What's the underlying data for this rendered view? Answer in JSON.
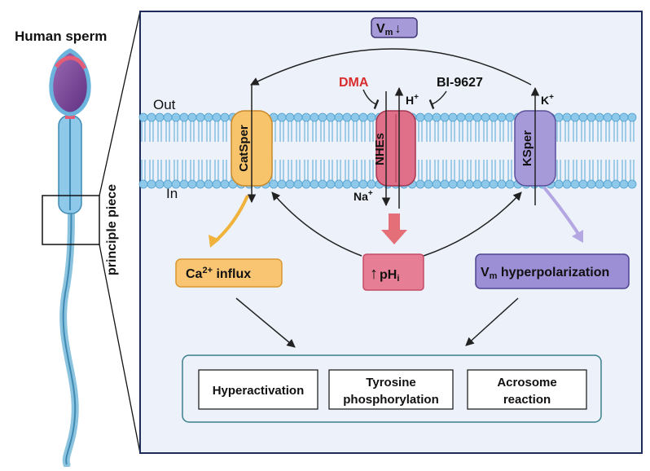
{
  "sperm": {
    "title": "Human sperm",
    "region_label": "principle piece"
  },
  "membrane": {
    "out_label": "Out",
    "in_label": "In"
  },
  "vm_box": {
    "label": "V",
    "sub": "m",
    "arrow": "↓"
  },
  "channels": {
    "catsper": "CatSper",
    "nhes": "NHEs",
    "ksper": "KSper"
  },
  "ions": {
    "h_plus": "H",
    "h_sup": "+",
    "k_plus": "K",
    "k_sup": "+",
    "na_plus": "Na",
    "na_sup": "+"
  },
  "inhibitors": {
    "dma": "DMA",
    "bi": "BI-9627"
  },
  "effects": {
    "ca_influx_pre": "Ca",
    "ca_sup": "2+",
    "ca_influx_post": " influx",
    "phi_arrow": "↑",
    "phi_label": "pH",
    "phi_sub": "i",
    "vm_hyper_label": "V",
    "vm_hyper_sub": "m",
    "vm_hyper_post": " hyperpolarization"
  },
  "outcomes": [
    {
      "line1": "Hyperactivation",
      "line2": ""
    },
    {
      "line1": "Tyrosine",
      "line2": "phosphorylation"
    },
    {
      "line1": "Acrosome",
      "line2": "reaction"
    }
  ],
  "colors": {
    "panel_bg": "#edf2fa",
    "panel_border": "#1f2d5a",
    "lipid_head": "#8ec9ea",
    "lipid_tail": "#6fb3dc",
    "catsper": "#f7c36b",
    "nhes": "#e0708a",
    "ksper": "#a79ad9",
    "dma": "#d92c2c",
    "outcome_border": "#3a7f8c"
  }
}
